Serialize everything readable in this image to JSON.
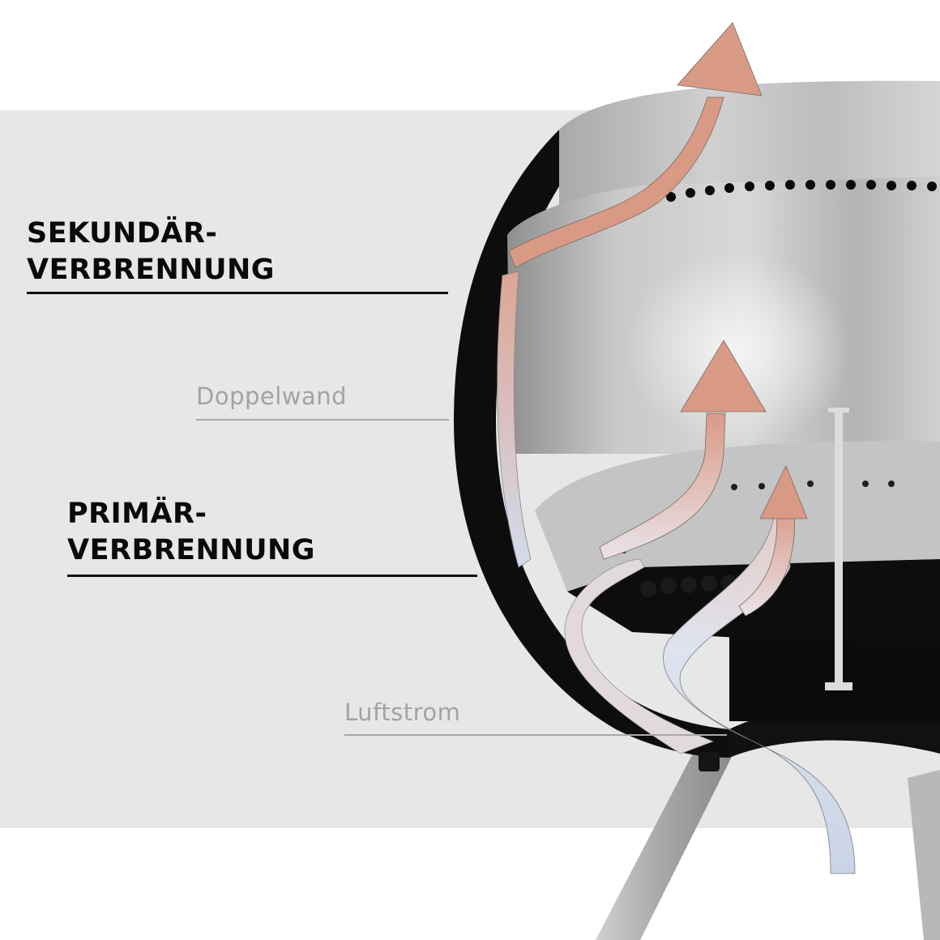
{
  "diagram": {
    "type": "product-cross-section",
    "subject": "fire bowl / fire pit with double wall",
    "colors": {
      "background": "#ffffff",
      "panel": "#e7e7e7",
      "hot_arrow": "#d99a85",
      "cool_arrow": "#c9d4e6",
      "outer_shell": "#0d0d0d",
      "steel": "#bdbdbd",
      "label_dark": "#0a0a0a",
      "label_light": "#a3a3a3"
    },
    "labels": {
      "secondary": {
        "line1": "SEKUNDÄR-",
        "line2": "VERBRENNUNG"
      },
      "double_wall": "Doppelwand",
      "primary": {
        "line1": "PRIMÄR-",
        "line2": "VERBRENNUNG"
      },
      "airflow": "Luftstrom"
    },
    "arrows": [
      {
        "name": "secondary-combustion-arrow",
        "kind": "hot",
        "direction": "up"
      },
      {
        "name": "primary-combustion-arrow",
        "kind": "hot",
        "direction": "up"
      },
      {
        "name": "inner-primary-arrow",
        "kind": "hot",
        "direction": "up"
      },
      {
        "name": "airflow-arrow",
        "kind": "cool",
        "direction": "in-from-below"
      }
    ]
  }
}
